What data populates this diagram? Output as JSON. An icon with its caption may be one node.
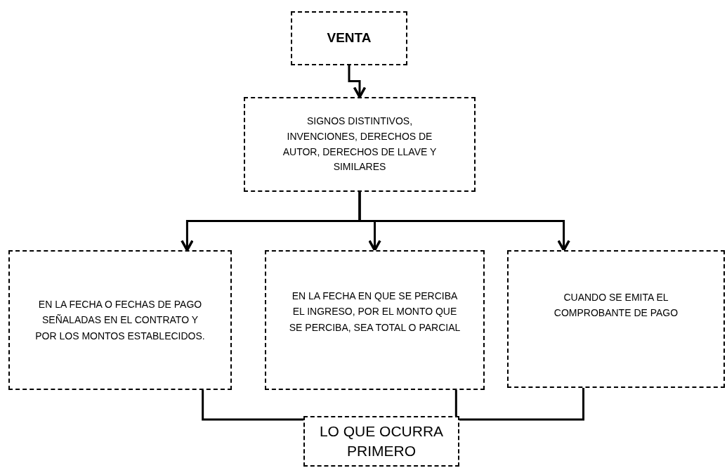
{
  "diagram": {
    "nodes": [
      {
        "text": [
          "VENTA"
        ]
      },
      {
        "text": [
          "SIGNOS DISTINTIVOS, INVENCIONES, DERECHOS DE AUTOR, DERECHOS DE LLAVE  Y SIMILARES"
        ]
      },
      {
        "text": [
          "EN LA FECHA O FECHAS DE PAGO SEÑALADAS  EN EL CONTRATO Y POR LOS MONTOS ESTABLECIDOS."
        ]
      },
      {
        "text": [
          "EN LA FECHA EN QUE SE PERCIBA EL  INGRESO, POR EL MONTO QUE SE PERCIBA, SEA TOTAL O PARCIAL"
        ]
      },
      {
        "text": [
          "CUANDO SE EMITA EL COMPROBANTE DE PAGO"
        ]
      },
      {
        "text": [
          "LO QUE OCURRA PRIMERO"
        ]
      }
    ],
    "edges": [
      {
        "from": 0,
        "to": 1,
        "arrow": "to"
      },
      {
        "from": 1,
        "to": 2,
        "arrow": "to"
      },
      {
        "from": 1,
        "to": 3,
        "arrow": "to"
      },
      {
        "from": 1,
        "to": 4,
        "arrow": "to"
      },
      {
        "from": 2,
        "to": 5,
        "arrow": "none"
      },
      {
        "from": 3,
        "to": 5,
        "arrow": "none"
      },
      {
        "from": 4,
        "to": 5,
        "arrow": "none"
      }
    ]
  }
}
